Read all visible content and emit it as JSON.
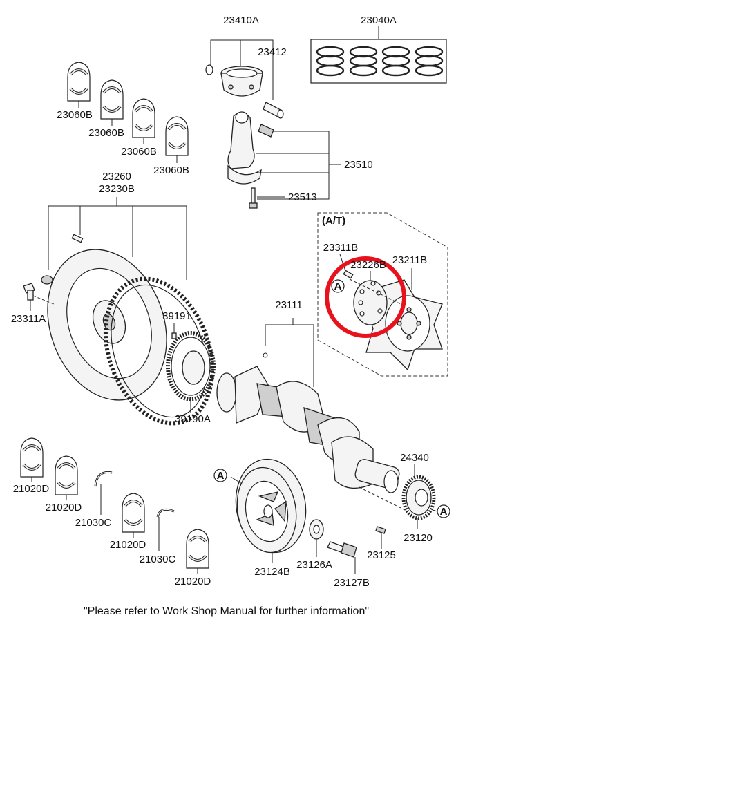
{
  "labels": {
    "p23410A": "23410A",
    "p23040A": "23040A",
    "p23412": "23412",
    "p23060B_1": "23060B",
    "p23060B_2": "23060B",
    "p23060B_3": "23060B",
    "p23060B_4": "23060B",
    "p23510": "23510",
    "p23513": "23513",
    "p23260": "23260",
    "p23230B": "23230B",
    "p23311A": "23311A",
    "p39191": "39191",
    "p39190A": "39190A",
    "p23111": "23111",
    "at": "(A/T)",
    "p23311B": "23311B",
    "p23226B": "23226B",
    "p23211B": "23211B",
    "p24340": "24340",
    "p23120": "23120",
    "p23125": "23125",
    "p23127B": "23127B",
    "p23126A": "23126A",
    "p23124B": "23124B",
    "p21020D_1": "21020D",
    "p21020D_2": "21020D",
    "p21020D_3": "21020D",
    "p21020D_4": "21020D",
    "p21030C_1": "21030C",
    "p21030C_2": "21030C",
    "ref_a1": "A",
    "ref_a2": "A",
    "ref_a3": "A"
  },
  "footer_note": "\"Please refer to Work Shop Manual for further information\"",
  "highlight_color": "#e8121c"
}
